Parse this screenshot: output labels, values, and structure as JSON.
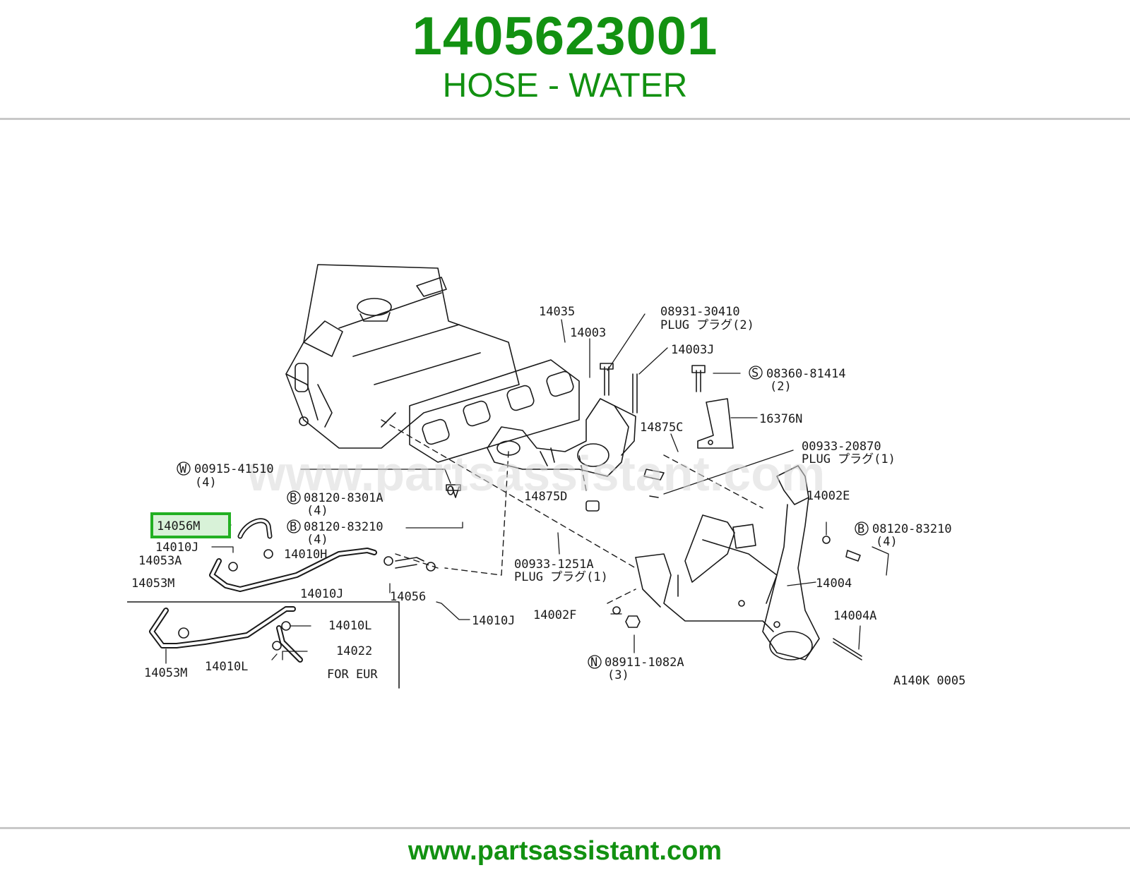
{
  "header": {
    "part_number": "1405623001",
    "description": "HOSE - WATER"
  },
  "diagram": {
    "watermark": "www.partsassistant.com",
    "code": "A140K 0005",
    "highlight_color": "#22b022",
    "callouts": {
      "p14035": "14035",
      "p14003": "14003",
      "p08931": "08931-30410",
      "p08931_desc": "PLUG プラグ(2)",
      "p14003J": "14003J",
      "p08360_sym": "S",
      "p08360": "08360-81414",
      "p08360_qty": "(2)",
      "p16376N": "16376N",
      "p14875C": "14875C",
      "p00933_2": "00933-20870",
      "p00933_2_desc": "PLUG プラグ(1)",
      "p00915_sym": "W",
      "p00915": "00915-41510",
      "p00915_qty": "(4)",
      "p08120a_sym": "B",
      "p08120a": "08120-8301A",
      "p08120a_qty": "(4)",
      "p14875D": "14875D",
      "p14056M": "14056M",
      "p08120b_sym": "B",
      "p08120b": "08120-83210",
      "p08120b_qty": "(4)",
      "p14010J_1": "14010J",
      "p14010H": "14010H",
      "p14053A": "14053A",
      "p14053M_1": "14053M",
      "p14010J_2": "14010J",
      "p14056": "14056",
      "p00933_1": "00933-1251A",
      "p00933_1_desc": "PLUG プラグ(1)",
      "p14010J_3": "14010J",
      "p14002E": "14002E",
      "p08120c_sym": "B",
      "p08120c": "08120-83210",
      "p08120c_qty": "(4)",
      "p14004": "14004",
      "p14002F": "14002F",
      "p14004A": "14004A",
      "p08911_sym": "N",
      "p08911": "08911-1082A",
      "p08911_qty": "(3)",
      "p14010L_1": "14010L",
      "p14022": "14022",
      "p14053M_2": "14053M",
      "p14010L_2": "14010L",
      "p_for_eur": "FOR EUR"
    }
  },
  "footer": {
    "url": "www.partsassistant.com"
  }
}
